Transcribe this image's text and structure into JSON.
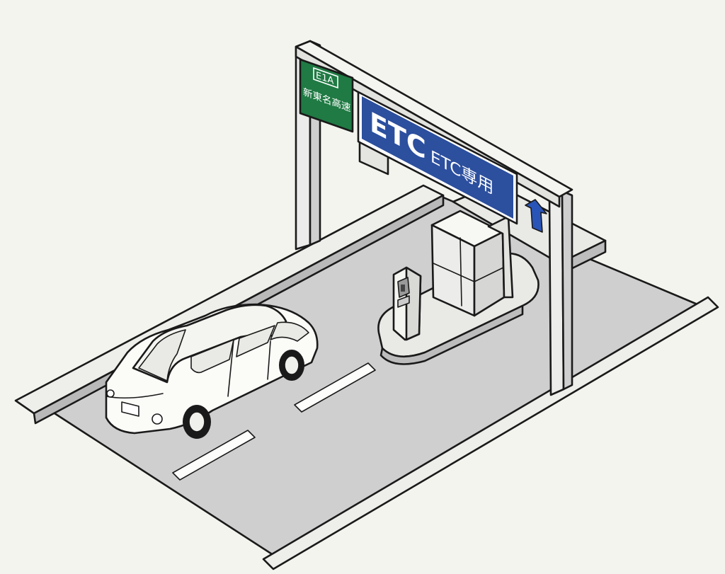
{
  "colors": {
    "paper": "#f4f4ef",
    "road": "#cfcfcf",
    "road_shade": "#bcbcbc",
    "ink": "#1a1a1a",
    "white": "#fdfdfb",
    "sign_blue": "#2c4f9e",
    "sign_green": "#1f7a43",
    "arrow_blue": "#2a55b8"
  },
  "route_sign": {
    "route_number": "E1A",
    "expressway_name": "新東名高速"
  },
  "etc_sign": {
    "label_large": "ETC",
    "label_small": "ETC専用",
    "arrow": "arrow-up-icon"
  }
}
